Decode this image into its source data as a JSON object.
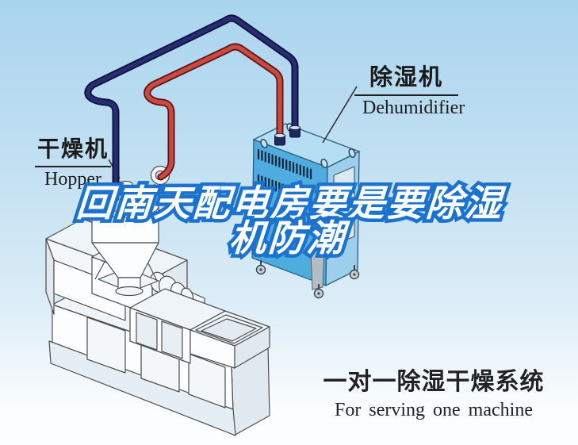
{
  "labels": {
    "hopper": {
      "zh": "干燥机",
      "en": "Hopper"
    },
    "dehumidifier": {
      "zh": "除湿机",
      "en": "Dehumidifier"
    }
  },
  "watermark": {
    "line1": "回南天配电房要是要除湿",
    "line2": "机防潮"
  },
  "caption": {
    "zh": "一对一除湿干燥系统",
    "en": "For serving one machine"
  },
  "colors": {
    "sky_top": "#a9d4ee",
    "hose_red": "#c94a42",
    "hose_blue": "#262d72",
    "unit_left": "#4facdf",
    "unit_right": "#9ccfec",
    "unit_top": "#b5def4",
    "watermark_stroke": "#1c72cf"
  }
}
